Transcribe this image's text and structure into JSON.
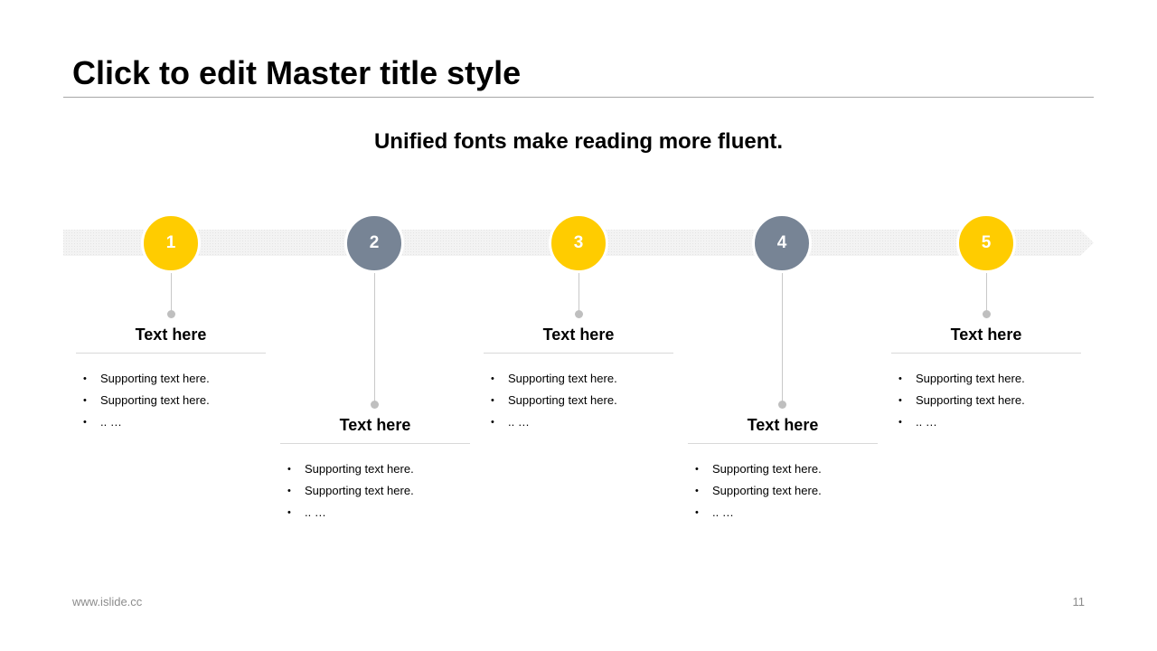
{
  "title": "Click to edit Master title style",
  "subtitle": "Unified fonts make reading more fluent.",
  "colors": {
    "yellow": "#FFCC00",
    "gray": "#778495",
    "arrow": "#f0f0f0"
  },
  "steps": [
    {
      "number": "1",
      "color": "yellow",
      "heading": "Text here",
      "bullets": [
        "Supporting  text here.",
        "Supporting  text here.",
        ".. …"
      ]
    },
    {
      "number": "2",
      "color": "gray",
      "heading": "Text here",
      "bullets": [
        "Supporting  text here.",
        "Supporting  text here.",
        ".. …"
      ]
    },
    {
      "number": "3",
      "color": "yellow",
      "heading": "Text here",
      "bullets": [
        "Supporting  text here.",
        "Supporting  text here.",
        ".. …"
      ]
    },
    {
      "number": "4",
      "color": "gray",
      "heading": "Text here",
      "bullets": [
        "Supporting  text here.",
        "Supporting  text here.",
        ".. …"
      ]
    },
    {
      "number": "5",
      "color": "yellow",
      "heading": "Text here",
      "bullets": [
        "Supporting  text here.",
        "Supporting  text here.",
        ".. …"
      ]
    }
  ],
  "footer": {
    "url": "www.islide.cc",
    "page": "11"
  }
}
